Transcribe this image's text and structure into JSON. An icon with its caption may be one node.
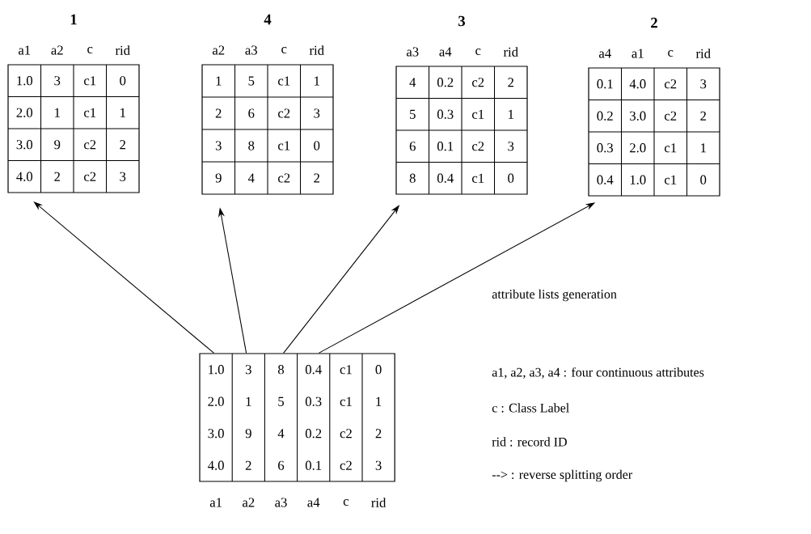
{
  "diagram": {
    "nodes": [
      {
        "text": [
          "1",
          "a1",
          "a2",
          "c",
          "rid",
          "1.0",
          "3",
          "c1",
          "0",
          "2.0",
          "1",
          "c1",
          "1",
          "3.0",
          "9",
          "c2",
          "2",
          "4.0",
          "2",
          "c2",
          "3"
        ]
      },
      {
        "text": [
          "4",
          "a2",
          "a3",
          "c",
          "rid",
          "1",
          "5",
          "c1",
          "1",
          "2",
          "6",
          "c2",
          "3",
          "3",
          "8",
          "c1",
          "0",
          "9",
          "4",
          "c2",
          "2"
        ]
      },
      {
        "text": [
          "3",
          "a3",
          "a4",
          "c",
          "rid",
          "4",
          "0.2",
          "c2",
          "2",
          "5",
          "0.3",
          "c1",
          "1",
          "6",
          "0.1",
          "c2",
          "3",
          "8",
          "0.4",
          "c1",
          "0"
        ]
      },
      {
        "text": [
          "2",
          "a4",
          "a1",
          "c",
          "rid",
          "0.1",
          "4.0",
          "c2",
          "3",
          "0.2",
          "3.0",
          "c2",
          "2",
          "0.3",
          "2.0",
          "c1",
          "1",
          "0.4",
          "1.0",
          "c1",
          "0"
        ]
      },
      {
        "text": [
          "1.0",
          "3",
          "8",
          "0.4",
          "c1",
          "0",
          "2.0",
          "1",
          "5",
          "0.3",
          "c1",
          "1",
          "3.0",
          "9",
          "4",
          "0.2",
          "c2",
          "2",
          "4.0",
          "2",
          "6",
          "0.1",
          "c2",
          "3",
          "a1",
          "a2",
          "a3",
          "a4",
          "c",
          "rid"
        ]
      }
    ],
    "edges": [
      {
        "from": 4,
        "to": 0,
        "arrow": "to"
      },
      {
        "from": 4,
        "to": 1,
        "arrow": "to"
      },
      {
        "from": 4,
        "to": 2,
        "arrow": "to"
      },
      {
        "from": 4,
        "to": 3,
        "arrow": "to"
      }
    ],
    "labels": [
      "attribute lists generation",
      "a1, a2, a3, a4 : four continuous attributes",
      "c : Class Label",
      "rid : record ID",
      "--> : reverse splitting order"
    ]
  }
}
